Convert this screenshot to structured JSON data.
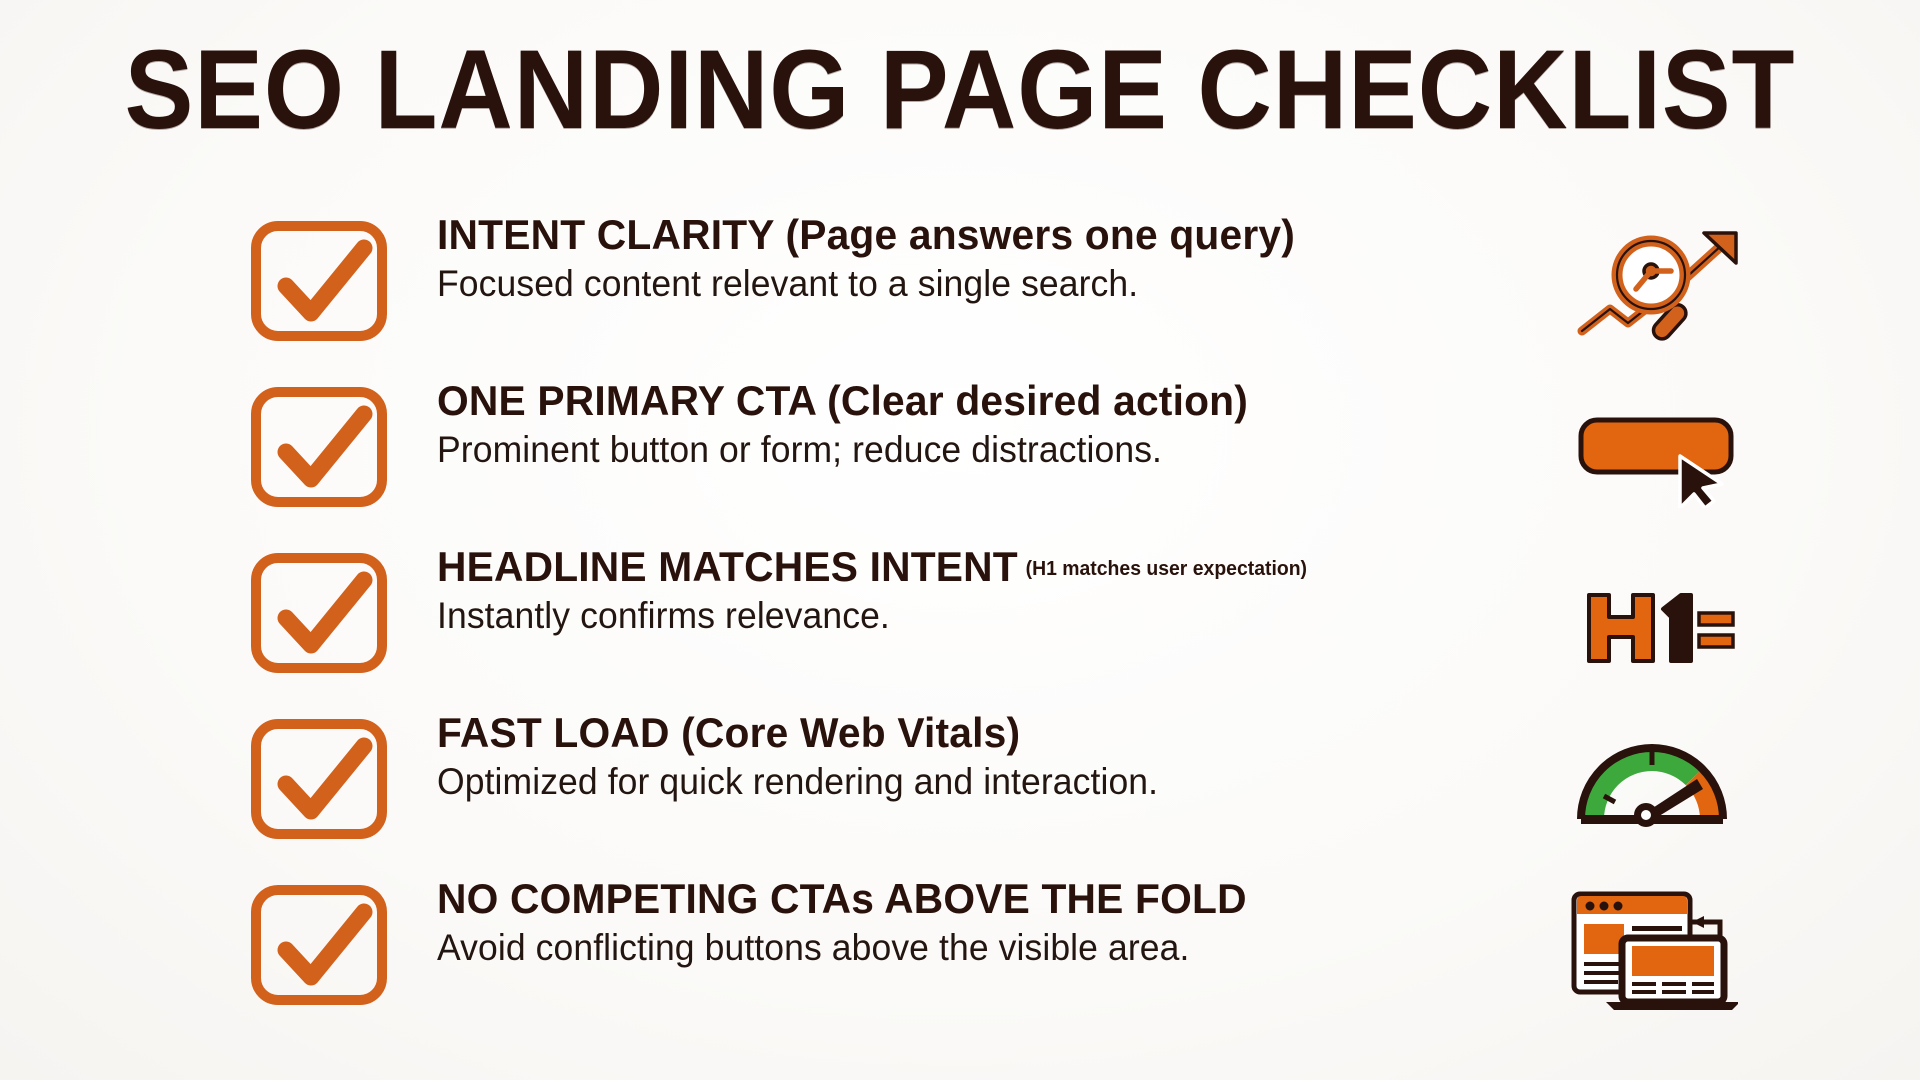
{
  "poster": {
    "title": "SEO LANDING PAGE CHECKLIST",
    "background_color": "#fdfcfa",
    "accent_color": "#d2611c",
    "ink_color": "#2a120c",
    "green_color": "#3da93d"
  },
  "checklist": {
    "items": [
      {
        "checked": true,
        "heading_main": "INTENT CLARITY",
        "heading_paren": "(Page answers one query)",
        "heading_tiny": "",
        "description": "Focused content relevant to a single search.",
        "icon": "magnifier-trend-icon"
      },
      {
        "checked": true,
        "heading_main": "ONE PRIMARY CTA",
        "heading_paren": "(Clear desired action)",
        "heading_tiny": "",
        "description": "Prominent button or form; reduce distractions.",
        "icon": "cta-button-cursor-icon"
      },
      {
        "checked": true,
        "heading_main": "HEADLINE MATCHES INTENT",
        "heading_paren": "",
        "heading_tiny": "(H1 matches user expectation)",
        "description": "Instantly confirms relevance.",
        "icon": "h1-heading-icon"
      },
      {
        "checked": true,
        "heading_main": "FAST LOAD",
        "heading_paren": "(Core Web Vitals)",
        "heading_tiny": "",
        "description": "Optimized for quick rendering and interaction.",
        "icon": "speed-gauge-icon"
      },
      {
        "checked": true,
        "heading_main": "NO COMPETING CTAs ABOVE THE FOLD",
        "heading_paren": "",
        "heading_tiny": "",
        "description": "Avoid conflicting buttons above the visible area.",
        "icon": "browser-laptop-icon"
      }
    ]
  }
}
